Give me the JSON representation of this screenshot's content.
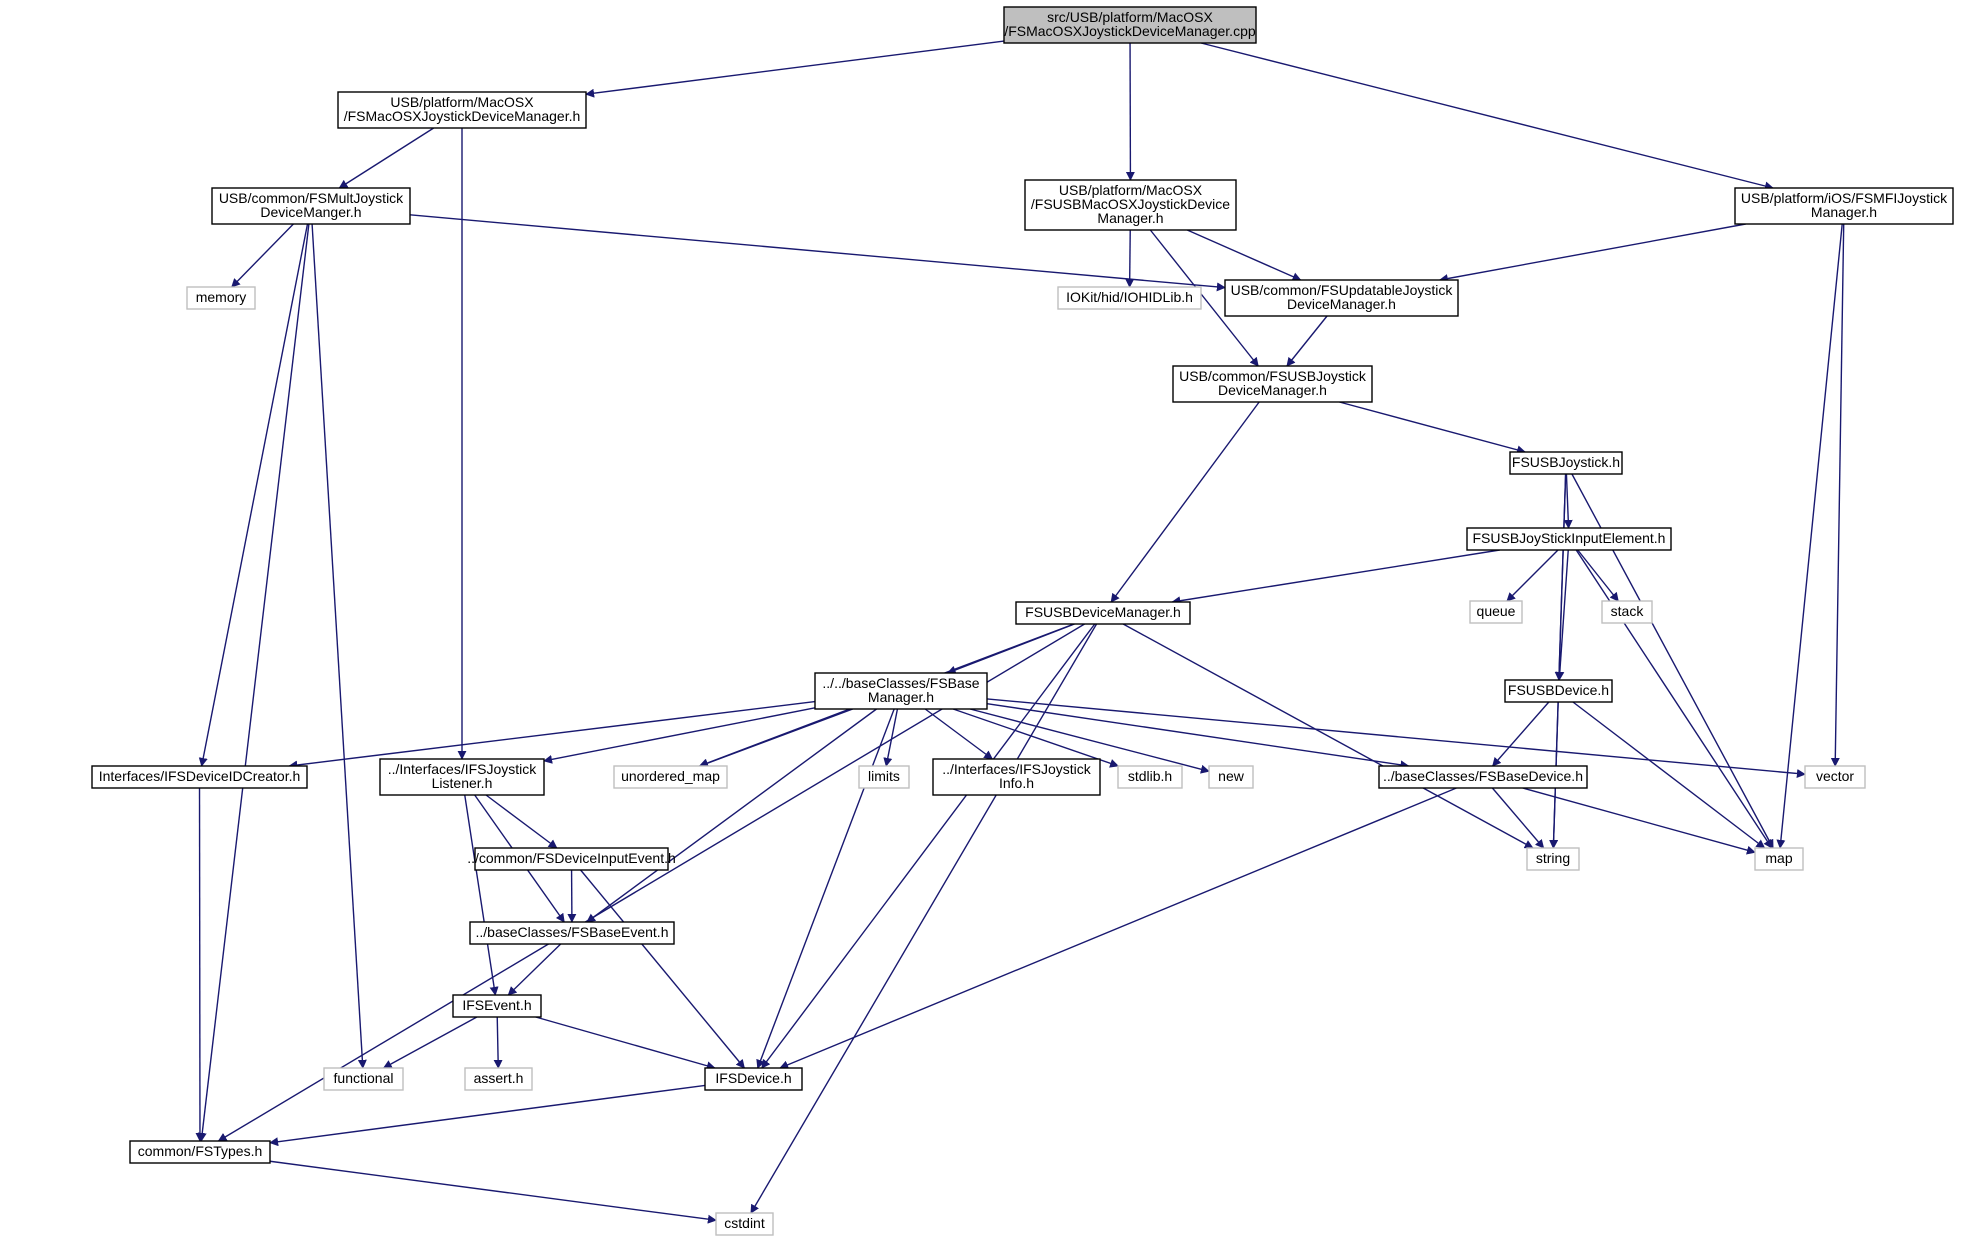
{
  "graph": {
    "nodes": [
      {
        "id": "root",
        "lines": [
          "src/USB/platform/MacOSX",
          "/FSMacOSXJoystickDeviceManager.cpp"
        ],
        "kind": "root"
      },
      {
        "id": "macosx_mgr_h",
        "lines": [
          "USB/platform/MacOSX",
          "/FSMacOSXJoystickDeviceManager.h"
        ],
        "kind": "file"
      },
      {
        "id": "mult_mgr",
        "lines": [
          "USB/common/FSMultJoystick",
          "DeviceManger.h"
        ],
        "kind": "file"
      },
      {
        "id": "usb_macosx_mgr",
        "lines": [
          "USB/platform/MacOSX",
          "/FSUSBMacOSXJoystickDevice",
          "Manager.h"
        ],
        "kind": "file"
      },
      {
        "id": "mfi_mgr",
        "lines": [
          "USB/platform/iOS/FSMFIJoystick",
          "Manager.h"
        ],
        "kind": "file"
      },
      {
        "id": "memory",
        "lines": [
          "memory"
        ],
        "kind": "system"
      },
      {
        "id": "iohid",
        "lines": [
          "IOKit/hid/IOHIDLib.h"
        ],
        "kind": "system"
      },
      {
        "id": "updatable",
        "lines": [
          "USB/common/FSUpdatableJoystick",
          "DeviceManager.h"
        ],
        "kind": "file"
      },
      {
        "id": "usb_joy_mgr",
        "lines": [
          "USB/common/FSUSBJoystick",
          "DeviceManager.h"
        ],
        "kind": "file"
      },
      {
        "id": "usb_joystick",
        "lines": [
          "FSUSBJoystick.h"
        ],
        "kind": "file"
      },
      {
        "id": "input_element",
        "lines": [
          "FSUSBJoyStickInputElement.h"
        ],
        "kind": "file"
      },
      {
        "id": "queue",
        "lines": [
          "queue"
        ],
        "kind": "system"
      },
      {
        "id": "stack",
        "lines": [
          "stack"
        ],
        "kind": "system"
      },
      {
        "id": "usb_dev_mgr",
        "lines": [
          "FSUSBDeviceManager.h"
        ],
        "kind": "file"
      },
      {
        "id": "base_mgr",
        "lines": [
          "../../baseClasses/FSBase",
          "Manager.h"
        ],
        "kind": "file"
      },
      {
        "id": "usb_device",
        "lines": [
          "FSUSBDevice.h"
        ],
        "kind": "file"
      },
      {
        "id": "id_creator",
        "lines": [
          "Interfaces/IFSDeviceIDCreator.h"
        ],
        "kind": "file"
      },
      {
        "id": "joy_listener",
        "lines": [
          "../Interfaces/IFSJoystick",
          "Listener.h"
        ],
        "kind": "file"
      },
      {
        "id": "unordered_map",
        "lines": [
          "unordered_map"
        ],
        "kind": "system"
      },
      {
        "id": "limits",
        "lines": [
          "limits"
        ],
        "kind": "system"
      },
      {
        "id": "joy_info",
        "lines": [
          "../Interfaces/IFSJoystick",
          "Info.h"
        ],
        "kind": "file"
      },
      {
        "id": "stdlib",
        "lines": [
          "stdlib.h"
        ],
        "kind": "system"
      },
      {
        "id": "new",
        "lines": [
          "new"
        ],
        "kind": "system"
      },
      {
        "id": "base_device",
        "lines": [
          "../baseClasses/FSBaseDevice.h"
        ],
        "kind": "file"
      },
      {
        "id": "vector",
        "lines": [
          "vector"
        ],
        "kind": "system"
      },
      {
        "id": "string",
        "lines": [
          "string"
        ],
        "kind": "system"
      },
      {
        "id": "map",
        "lines": [
          "map"
        ],
        "kind": "system"
      },
      {
        "id": "input_event",
        "lines": [
          "../common/FSDeviceInputEvent.h"
        ],
        "kind": "file"
      },
      {
        "id": "base_event",
        "lines": [
          "../baseClasses/FSBaseEvent.h"
        ],
        "kind": "file"
      },
      {
        "id": "ifs_event",
        "lines": [
          "IFSEvent.h"
        ],
        "kind": "file"
      },
      {
        "id": "functional",
        "lines": [
          "functional"
        ],
        "kind": "system"
      },
      {
        "id": "assert",
        "lines": [
          "assert.h"
        ],
        "kind": "system"
      },
      {
        "id": "ifs_device",
        "lines": [
          "IFSDevice.h"
        ],
        "kind": "file"
      },
      {
        "id": "fs_types",
        "lines": [
          "common/FSTypes.h"
        ],
        "kind": "file"
      },
      {
        "id": "cstdint",
        "lines": [
          "cstdint"
        ],
        "kind": "system"
      }
    ],
    "edges": [
      [
        "root",
        "macosx_mgr_h"
      ],
      [
        "root",
        "usb_macosx_mgr"
      ],
      [
        "root",
        "mfi_mgr"
      ],
      [
        "macosx_mgr_h",
        "mult_mgr"
      ],
      [
        "macosx_mgr_h",
        "joy_listener"
      ],
      [
        "mult_mgr",
        "memory"
      ],
      [
        "mult_mgr",
        "updatable"
      ],
      [
        "mult_mgr",
        "id_creator"
      ],
      [
        "mult_mgr",
        "functional"
      ],
      [
        "mult_mgr",
        "fs_types"
      ],
      [
        "usb_macosx_mgr",
        "iohid"
      ],
      [
        "usb_macosx_mgr",
        "updatable"
      ],
      [
        "usb_macosx_mgr",
        "usb_joy_mgr"
      ],
      [
        "mfi_mgr",
        "updatable"
      ],
      [
        "mfi_mgr",
        "vector"
      ],
      [
        "mfi_mgr",
        "map"
      ],
      [
        "updatable",
        "usb_joy_mgr"
      ],
      [
        "usb_joy_mgr",
        "usb_joystick"
      ],
      [
        "usb_joy_mgr",
        "usb_dev_mgr"
      ],
      [
        "usb_joystick",
        "input_element"
      ],
      [
        "usb_joystick",
        "usb_device"
      ],
      [
        "usb_joystick",
        "string"
      ],
      [
        "usb_joystick",
        "map"
      ],
      [
        "input_element",
        "usb_dev_mgr"
      ],
      [
        "input_element",
        "queue"
      ],
      [
        "input_element",
        "stack"
      ],
      [
        "input_element",
        "usb_device"
      ],
      [
        "input_element",
        "map"
      ],
      [
        "usb_dev_mgr",
        "base_mgr"
      ],
      [
        "usb_dev_mgr",
        "unordered_map"
      ],
      [
        "usb_dev_mgr",
        "string"
      ],
      [
        "usb_dev_mgr",
        "cstdint"
      ],
      [
        "usb_dev_mgr",
        "fs_types"
      ],
      [
        "usb_dev_mgr",
        "ifs_device"
      ],
      [
        "base_mgr",
        "id_creator"
      ],
      [
        "base_mgr",
        "joy_listener"
      ],
      [
        "base_mgr",
        "unordered_map"
      ],
      [
        "base_mgr",
        "limits"
      ],
      [
        "base_mgr",
        "joy_info"
      ],
      [
        "base_mgr",
        "stdlib"
      ],
      [
        "base_mgr",
        "new"
      ],
      [
        "base_mgr",
        "base_device"
      ],
      [
        "base_mgr",
        "vector"
      ],
      [
        "base_mgr",
        "base_event"
      ],
      [
        "base_mgr",
        "ifs_device"
      ],
      [
        "usb_device",
        "base_device"
      ],
      [
        "usb_device",
        "string"
      ],
      [
        "usb_device",
        "map"
      ],
      [
        "base_device",
        "string"
      ],
      [
        "base_device",
        "map"
      ],
      [
        "base_device",
        "ifs_device"
      ],
      [
        "id_creator",
        "fs_types"
      ],
      [
        "joy_listener",
        "input_event"
      ],
      [
        "joy_listener",
        "base_event"
      ],
      [
        "joy_listener",
        "ifs_event"
      ],
      [
        "input_event",
        "base_event"
      ],
      [
        "input_event",
        "ifs_device"
      ],
      [
        "base_event",
        "ifs_event"
      ],
      [
        "ifs_event",
        "functional"
      ],
      [
        "ifs_event",
        "assert"
      ],
      [
        "ifs_event",
        "ifs_device"
      ],
      [
        "ifs_device",
        "fs_types"
      ],
      [
        "fs_types",
        "cstdint"
      ]
    ]
  }
}
